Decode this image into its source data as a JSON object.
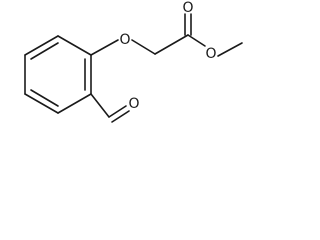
{
  "molecule": {
    "atoms": {
      "ether_oxygen": "O",
      "carbonyl_oxygen": "O",
      "ester_oxygen": "O",
      "aldehyde_oxygen": "O"
    }
  },
  "colors": {
    "bond": "#1a1a1a",
    "background": "#ffffff"
  }
}
